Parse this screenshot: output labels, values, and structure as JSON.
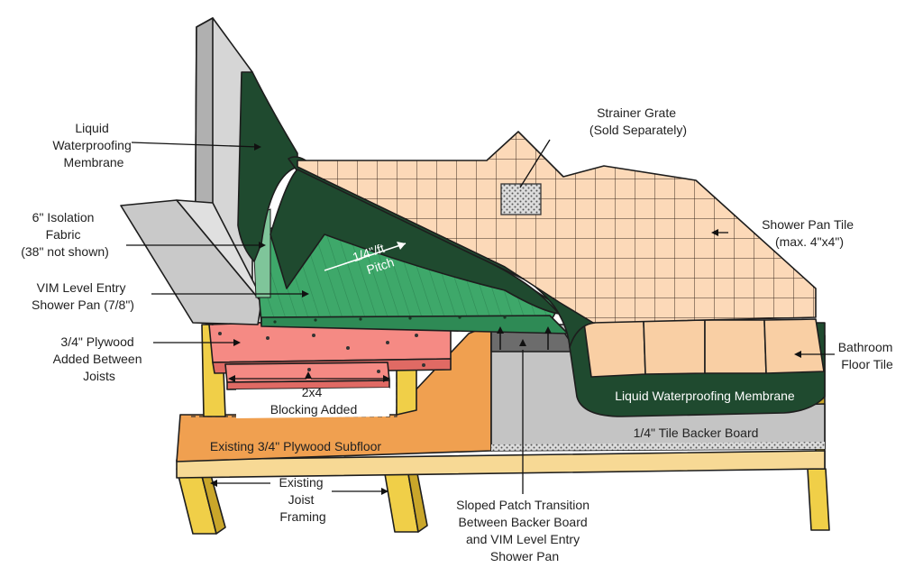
{
  "labels": {
    "liquid_membrane_wall": [
      "Liquid",
      "Waterproofing",
      "Membrane"
    ],
    "isolation_fabric": [
      "6\" Isolation",
      "Fabric",
      "(38\" not shown)"
    ],
    "vim_level_entry": [
      "VIM Level Entry",
      "Shower Pan (7/8\")"
    ],
    "plywood_between_joists": [
      "3/4\" Plywood",
      "Added Between",
      "Joists"
    ],
    "blocking": [
      "2x4",
      "Blocking Added"
    ],
    "existing_subfloor": "Existing 3/4\" Plywood Subfloor",
    "existing_joist": [
      "Existing",
      "Joist",
      "Framing"
    ],
    "sloped_patch": [
      "Sloped Patch Transition",
      "Between Backer Board",
      "and VIM Level Entry",
      "Shower Pan"
    ],
    "strainer_grate": [
      "Strainer Grate",
      "(Sold Separately)"
    ],
    "shower_pan_tile": [
      "Shower Pan Tile",
      "(max. 4\"x4\")"
    ],
    "bathroom_floor_tile": [
      "Bathroom",
      "Floor Tile"
    ],
    "liquid_membrane_floor": "Liquid Waterproofing Membrane",
    "tile_backer_board": "1/4\" Tile Backer Board",
    "pitch": [
      "1/4\"/ft",
      "Pitch"
    ]
  },
  "colors": {
    "membrane": "#1f4a2f",
    "pan": "#3ea86a",
    "shower_tile": "#fcd9b8",
    "floor_tile": "#f9cfa4",
    "subfloor": "#f0a050",
    "plywood_added": "#f58a84",
    "joist": "#f0cf48",
    "wall": "#c9c9c9",
    "backer": "#c4c4c4"
  }
}
